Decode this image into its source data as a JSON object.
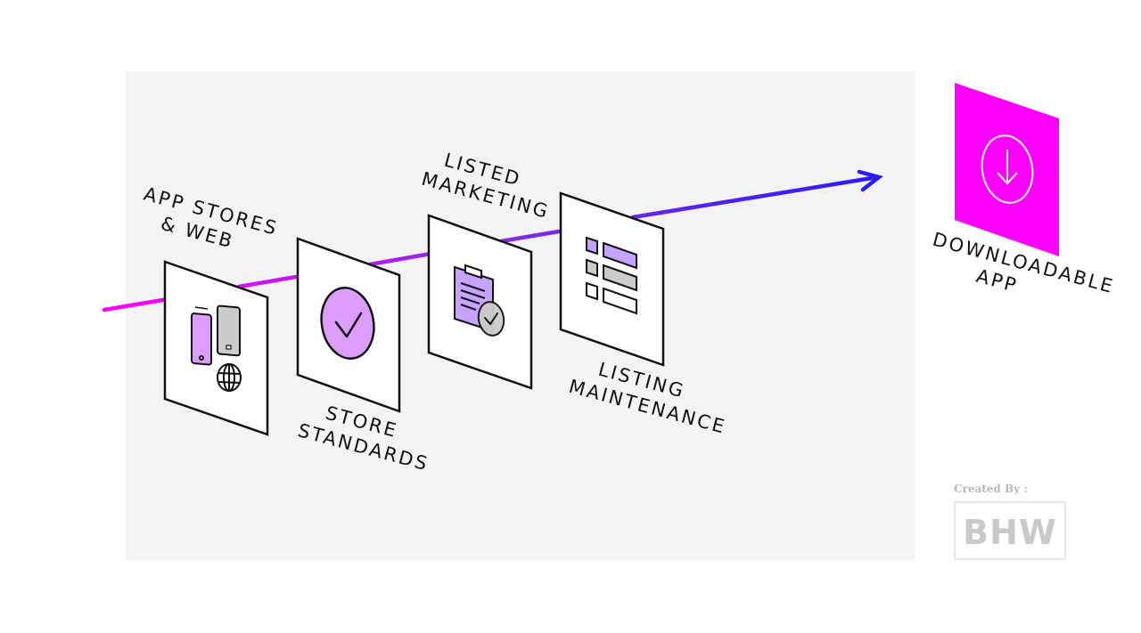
{
  "labels": {
    "app_stores": [
      "APP STORES",
      "& WEB"
    ],
    "store_standards": [
      "STORE",
      "STANDARDS"
    ],
    "listed_marketing": [
      "LISTED",
      "MARKETING"
    ],
    "listing_maintenance": [
      "LISTING",
      "MAINTENANCE"
    ],
    "downloadable_app": [
      "DOWNLOADABLE",
      "APP"
    ]
  },
  "credit": {
    "created_by": "Created By :",
    "logo": "BHW"
  },
  "colors": {
    "panel_bg": "#f3f3f3",
    "magenta": "#ff00ff",
    "purple": "#8a2be2",
    "blue": "#2a1aff",
    "light_purple": "#dd9dff",
    "lavender": "#c6a3ff",
    "gray_fill": "#cccccc"
  }
}
